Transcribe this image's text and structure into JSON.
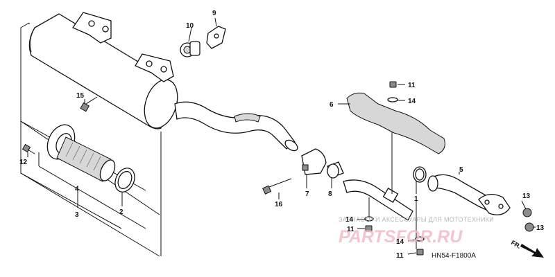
{
  "callouts": [
    "1",
    "2",
    "3",
    "4",
    "5",
    "6",
    "7",
    "8",
    "9",
    "10",
    "11",
    "12",
    "13",
    "14",
    "15",
    "16"
  ],
  "diagram_code": "HN54-F1800A",
  "direction_label": "FR.",
  "watermark": {
    "text": "ЗАПЧАСТИ И АКСЕССУАРЫ ДЛЯ МОТОТЕХНИКИ",
    "logo": "PARTSFOR.RU"
  }
}
